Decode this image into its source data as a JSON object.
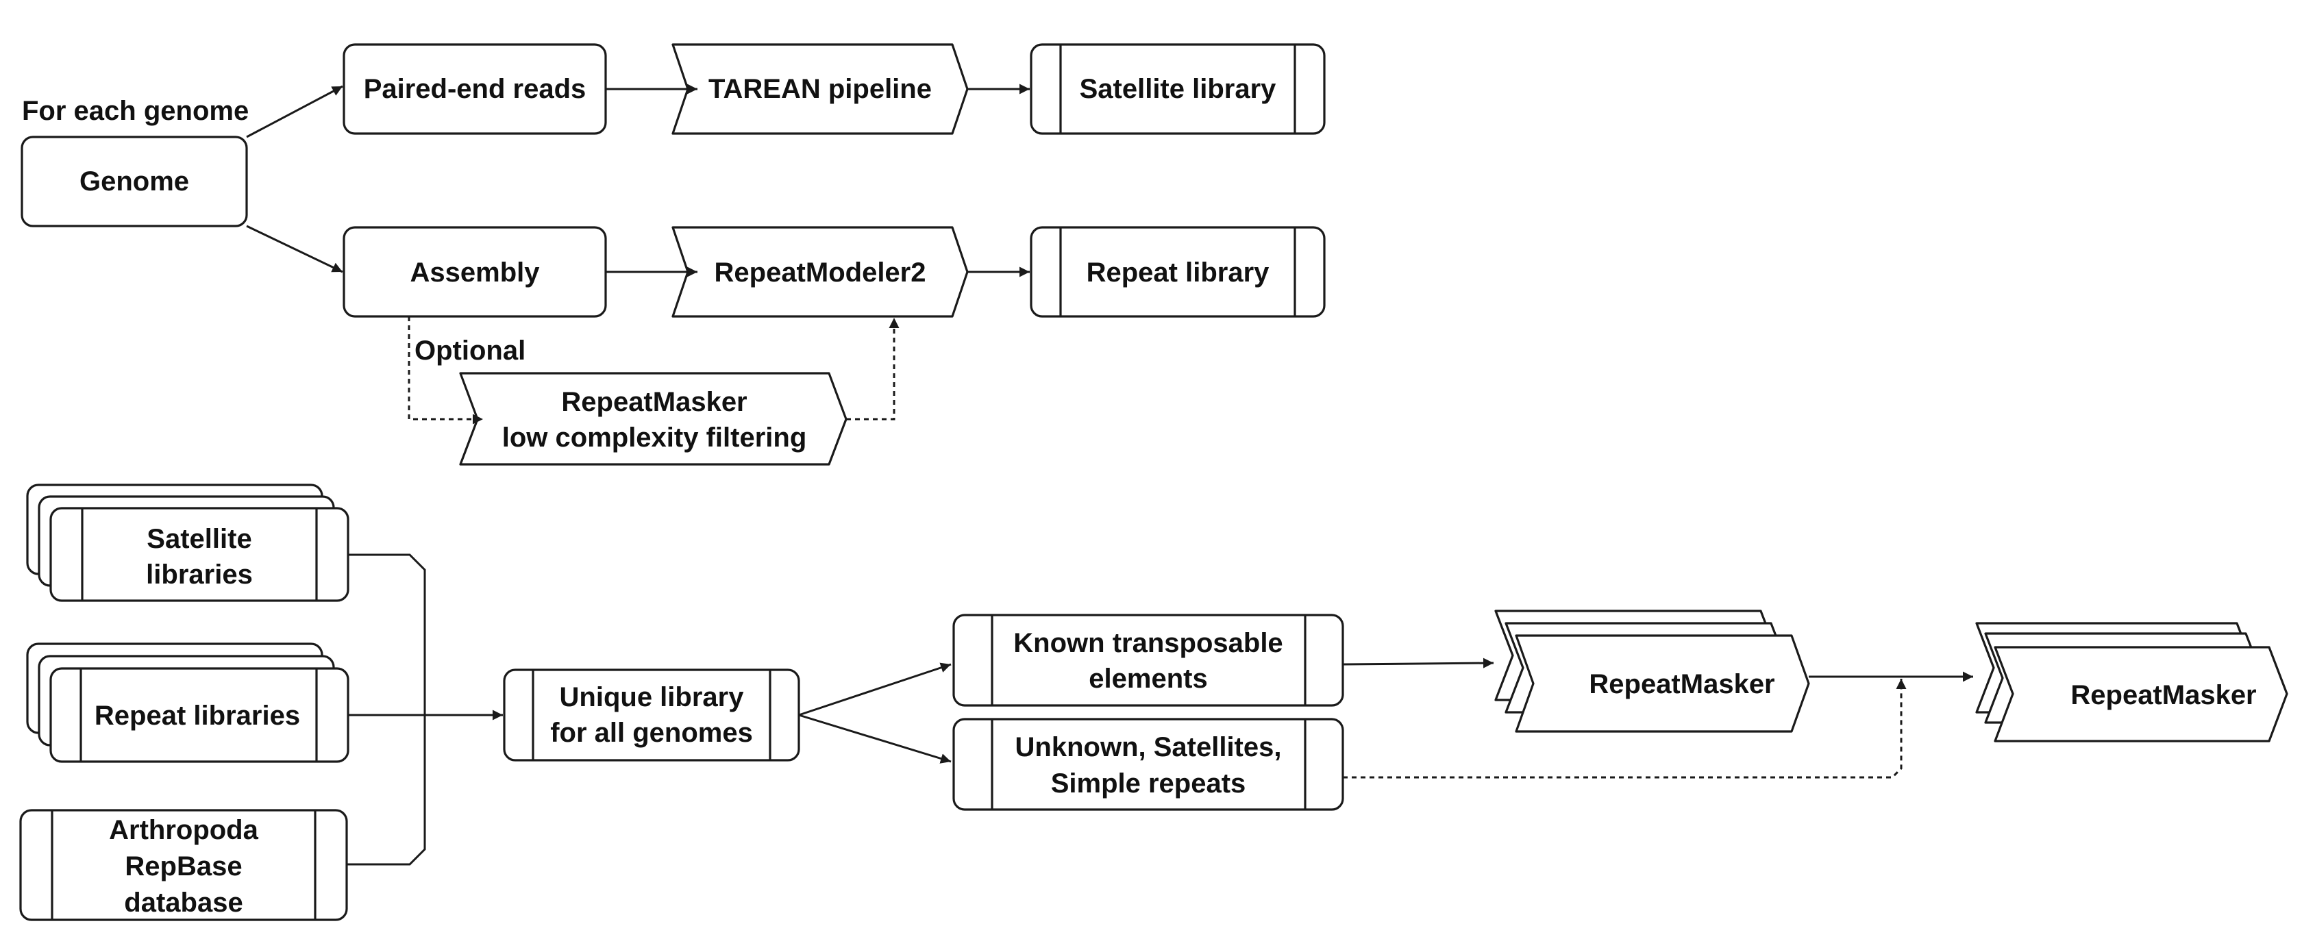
{
  "diagram": {
    "annotations": {
      "for_each_genome": "For each genome",
      "optional": "Optional"
    },
    "nodes": {
      "genome": {
        "label": "Genome"
      },
      "paired_end_reads": {
        "label": "Paired-end reads"
      },
      "tarean_pipeline": {
        "label": "TAREAN pipeline"
      },
      "satellite_library": {
        "label": "Satellite library"
      },
      "assembly": {
        "label": "Assembly"
      },
      "repeatmodeler2": {
        "label": "RepeatModeler2"
      },
      "repeat_library": {
        "label": "Repeat library"
      },
      "repeatmasker_filter": {
        "line1": "RepeatMasker",
        "line2": "low complexity filtering"
      },
      "satellite_libraries": {
        "line1": "Satellite",
        "line2": "libraries"
      },
      "repeat_libraries": {
        "label": "Repeat libraries"
      },
      "arthropoda_repbase": {
        "line1": "Arthropoda",
        "line2": "RepBase",
        "line3": "database"
      },
      "unique_library": {
        "line1": "Unique library",
        "line2": "for all genomes"
      },
      "known_te": {
        "line1": "Known transposable",
        "line2": "elements"
      },
      "unknown_sat_simple": {
        "line1": "Unknown, Satellites,",
        "line2": "Simple repeats"
      },
      "repeatmasker_1": {
        "label": "RepeatMasker"
      },
      "repeatmasker_2": {
        "label": "RepeatMasker"
      }
    }
  }
}
